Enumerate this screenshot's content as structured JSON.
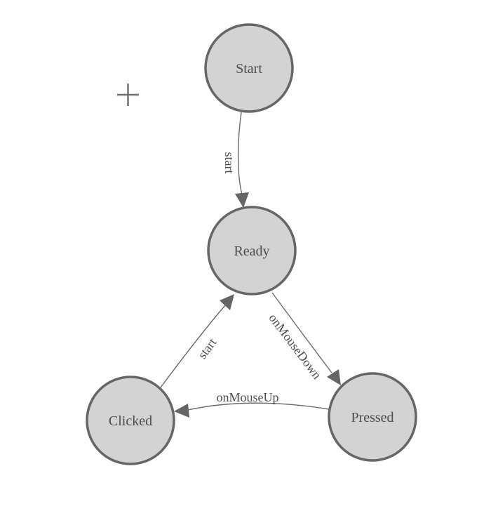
{
  "palette": {
    "background": "#ffffff",
    "node_fill": "#d3d3d3",
    "node_stroke": "#666666",
    "edge_color": "#6b6b6b",
    "arrow_fill": "#656565",
    "label_color": "#4d4d4d"
  },
  "icons": {
    "crosshair": "plus-crosshair-icon"
  },
  "nodes": [
    {
      "id": "start",
      "label": "Start"
    },
    {
      "id": "ready",
      "label": "Ready"
    },
    {
      "id": "clicked",
      "label": "Clicked"
    },
    {
      "id": "pressed",
      "label": "Pressed"
    }
  ],
  "edges": [
    {
      "from": "start",
      "to": "ready",
      "label": "start"
    },
    {
      "from": "ready",
      "to": "pressed",
      "label": "onMouseDown"
    },
    {
      "from": "pressed",
      "to": "clicked",
      "label": "onMouseUp"
    },
    {
      "from": "clicked",
      "to": "ready",
      "label": "start"
    }
  ]
}
